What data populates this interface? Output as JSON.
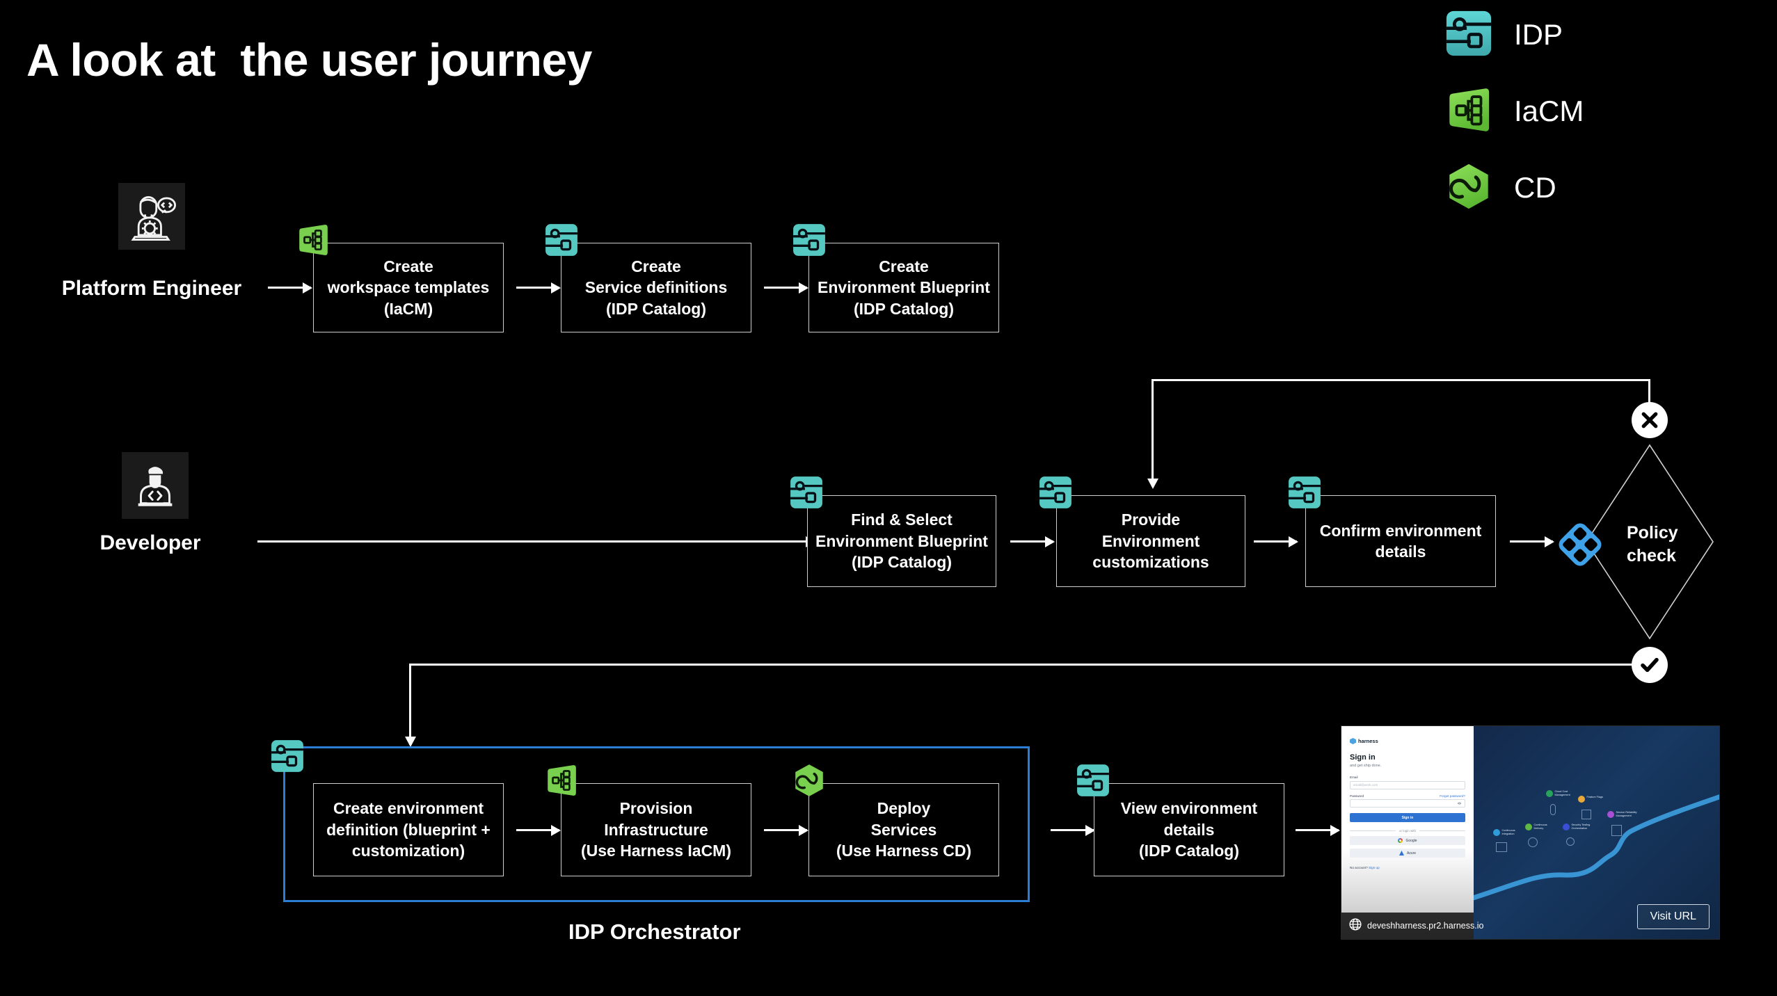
{
  "title": "A look at  the user journey",
  "legend": {
    "items": [
      {
        "icon": "idp-module-icon",
        "label": "IDP",
        "color": "#4ec8c8"
      },
      {
        "icon": "iacm-module-icon",
        "label": "IaCM",
        "color": "#79d04f"
      },
      {
        "icon": "cd-module-icon",
        "label": "CD",
        "color": "#79d04f"
      }
    ]
  },
  "personas": [
    {
      "id": "platform-engineer",
      "label": "Platform Engineer",
      "icon": "platform-engineer-icon"
    },
    {
      "id": "developer",
      "label": "Developer",
      "icon": "developer-icon"
    }
  ],
  "rows": {
    "platform_engineer_flow": [
      {
        "icon": "iacm-module-icon",
        "lines": [
          "Create",
          "workspace templates",
          "(IaCM)"
        ]
      },
      {
        "icon": "idp-module-icon",
        "lines": [
          "Create",
          "Service definitions",
          "(IDP Catalog)"
        ]
      },
      {
        "icon": "idp-module-icon",
        "lines": [
          "Create",
          "Environment Blueprint",
          "(IDP Catalog)"
        ]
      }
    ],
    "developer_flow": [
      {
        "icon": "idp-module-icon",
        "lines": [
          "Find & Select",
          "Environment Blueprint",
          "(IDP Catalog)"
        ]
      },
      {
        "icon": "idp-module-icon",
        "lines": [
          "Provide",
          "Environment",
          "customizations"
        ]
      },
      {
        "icon": "idp-module-icon",
        "lines": [
          "Confirm environment",
          "details"
        ]
      }
    ],
    "orchestrator_flow": [
      {
        "icon": "idp-module-icon",
        "lines": [
          "Create environment",
          "definition (blueprint +",
          "customization)"
        ]
      },
      {
        "icon": "iacm-module-icon",
        "lines": [
          "Provision",
          "Infrastructure",
          "(Use Harness IaCM)"
        ]
      },
      {
        "icon": "cd-module-icon",
        "lines": [
          "Deploy",
          "Services",
          "(Use Harness CD)"
        ]
      }
    ],
    "final_flow": [
      {
        "icon": "idp-module-icon",
        "lines": [
          "View environment",
          "details",
          "(IDP Catalog)"
        ]
      }
    ]
  },
  "decision": {
    "icon": "harness-policy-icon",
    "label_lines": [
      "Policy",
      "check"
    ],
    "fail_badge": "close-icon",
    "pass_badge": "check-icon"
  },
  "orchestrator": {
    "label": "IDP Orchestrator",
    "border_color": "#2a7fd4"
  },
  "preview": {
    "brand": "harness",
    "heading": "Sign in",
    "subheading": "and get ship done.",
    "email_label": "Email",
    "email_placeholder": "email@work.com",
    "password_label": "Password",
    "forgot_link": "Forgot password?",
    "signin_button": "Sign in",
    "divider": "or login with",
    "google_button": "Google",
    "azure_button": "Azure",
    "signup_prefix": "No account?",
    "signup_link": "Sign up",
    "url": "deveshharness.pr2.harness.io",
    "visit_button": "Visit URL",
    "modules": [
      {
        "name": "Continuous\nIntegration",
        "color": "#2e9cd8"
      },
      {
        "name": "Continuous\nDelivery",
        "color": "#5fb842"
      },
      {
        "name": "Cloud Cost\nManagement",
        "color": "#27a35b"
      },
      {
        "name": "Feature Flags",
        "color": "#e8a93a"
      },
      {
        "name": "Security Testing\nOrchestration",
        "color": "#3b4fd4"
      },
      {
        "name": "Service Reliability\nManagement",
        "color": "#a84fd4"
      }
    ]
  }
}
